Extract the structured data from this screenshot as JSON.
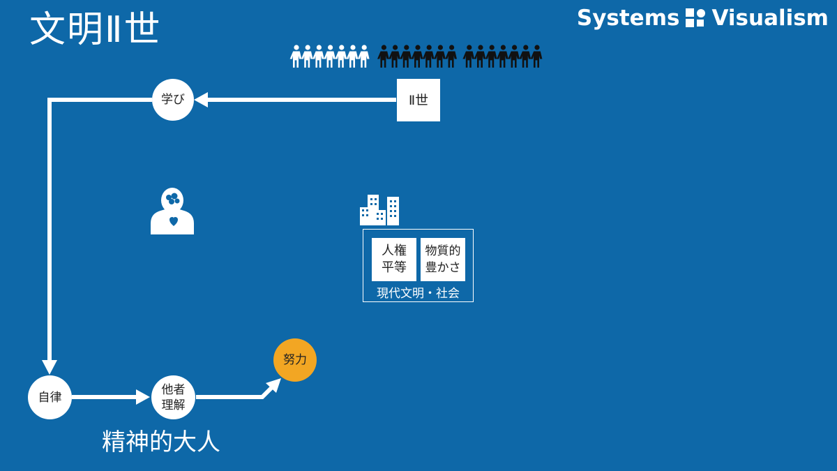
{
  "header": {
    "title": "文明Ⅱ世"
  },
  "logo": {
    "text_left": "Systems",
    "text_right": "Visualism"
  },
  "nodes": {
    "generation": "Ⅱ世",
    "learning": "学び",
    "autonomy": "自律",
    "understanding_line1": "他者",
    "understanding_line2": "理解",
    "effort": "努力"
  },
  "society": {
    "human_rights_line1": "人権",
    "human_rights_line2": "平等",
    "material_line1": "物質的",
    "material_line2": "豊かさ",
    "label": "現代文明・社会"
  },
  "mind_label": "精神的大人",
  "people": {
    "white_count": 7,
    "black_count": 14
  },
  "colors": {
    "background": "#0e68a8",
    "effort": "#f2a623",
    "node": "#ffffff"
  }
}
